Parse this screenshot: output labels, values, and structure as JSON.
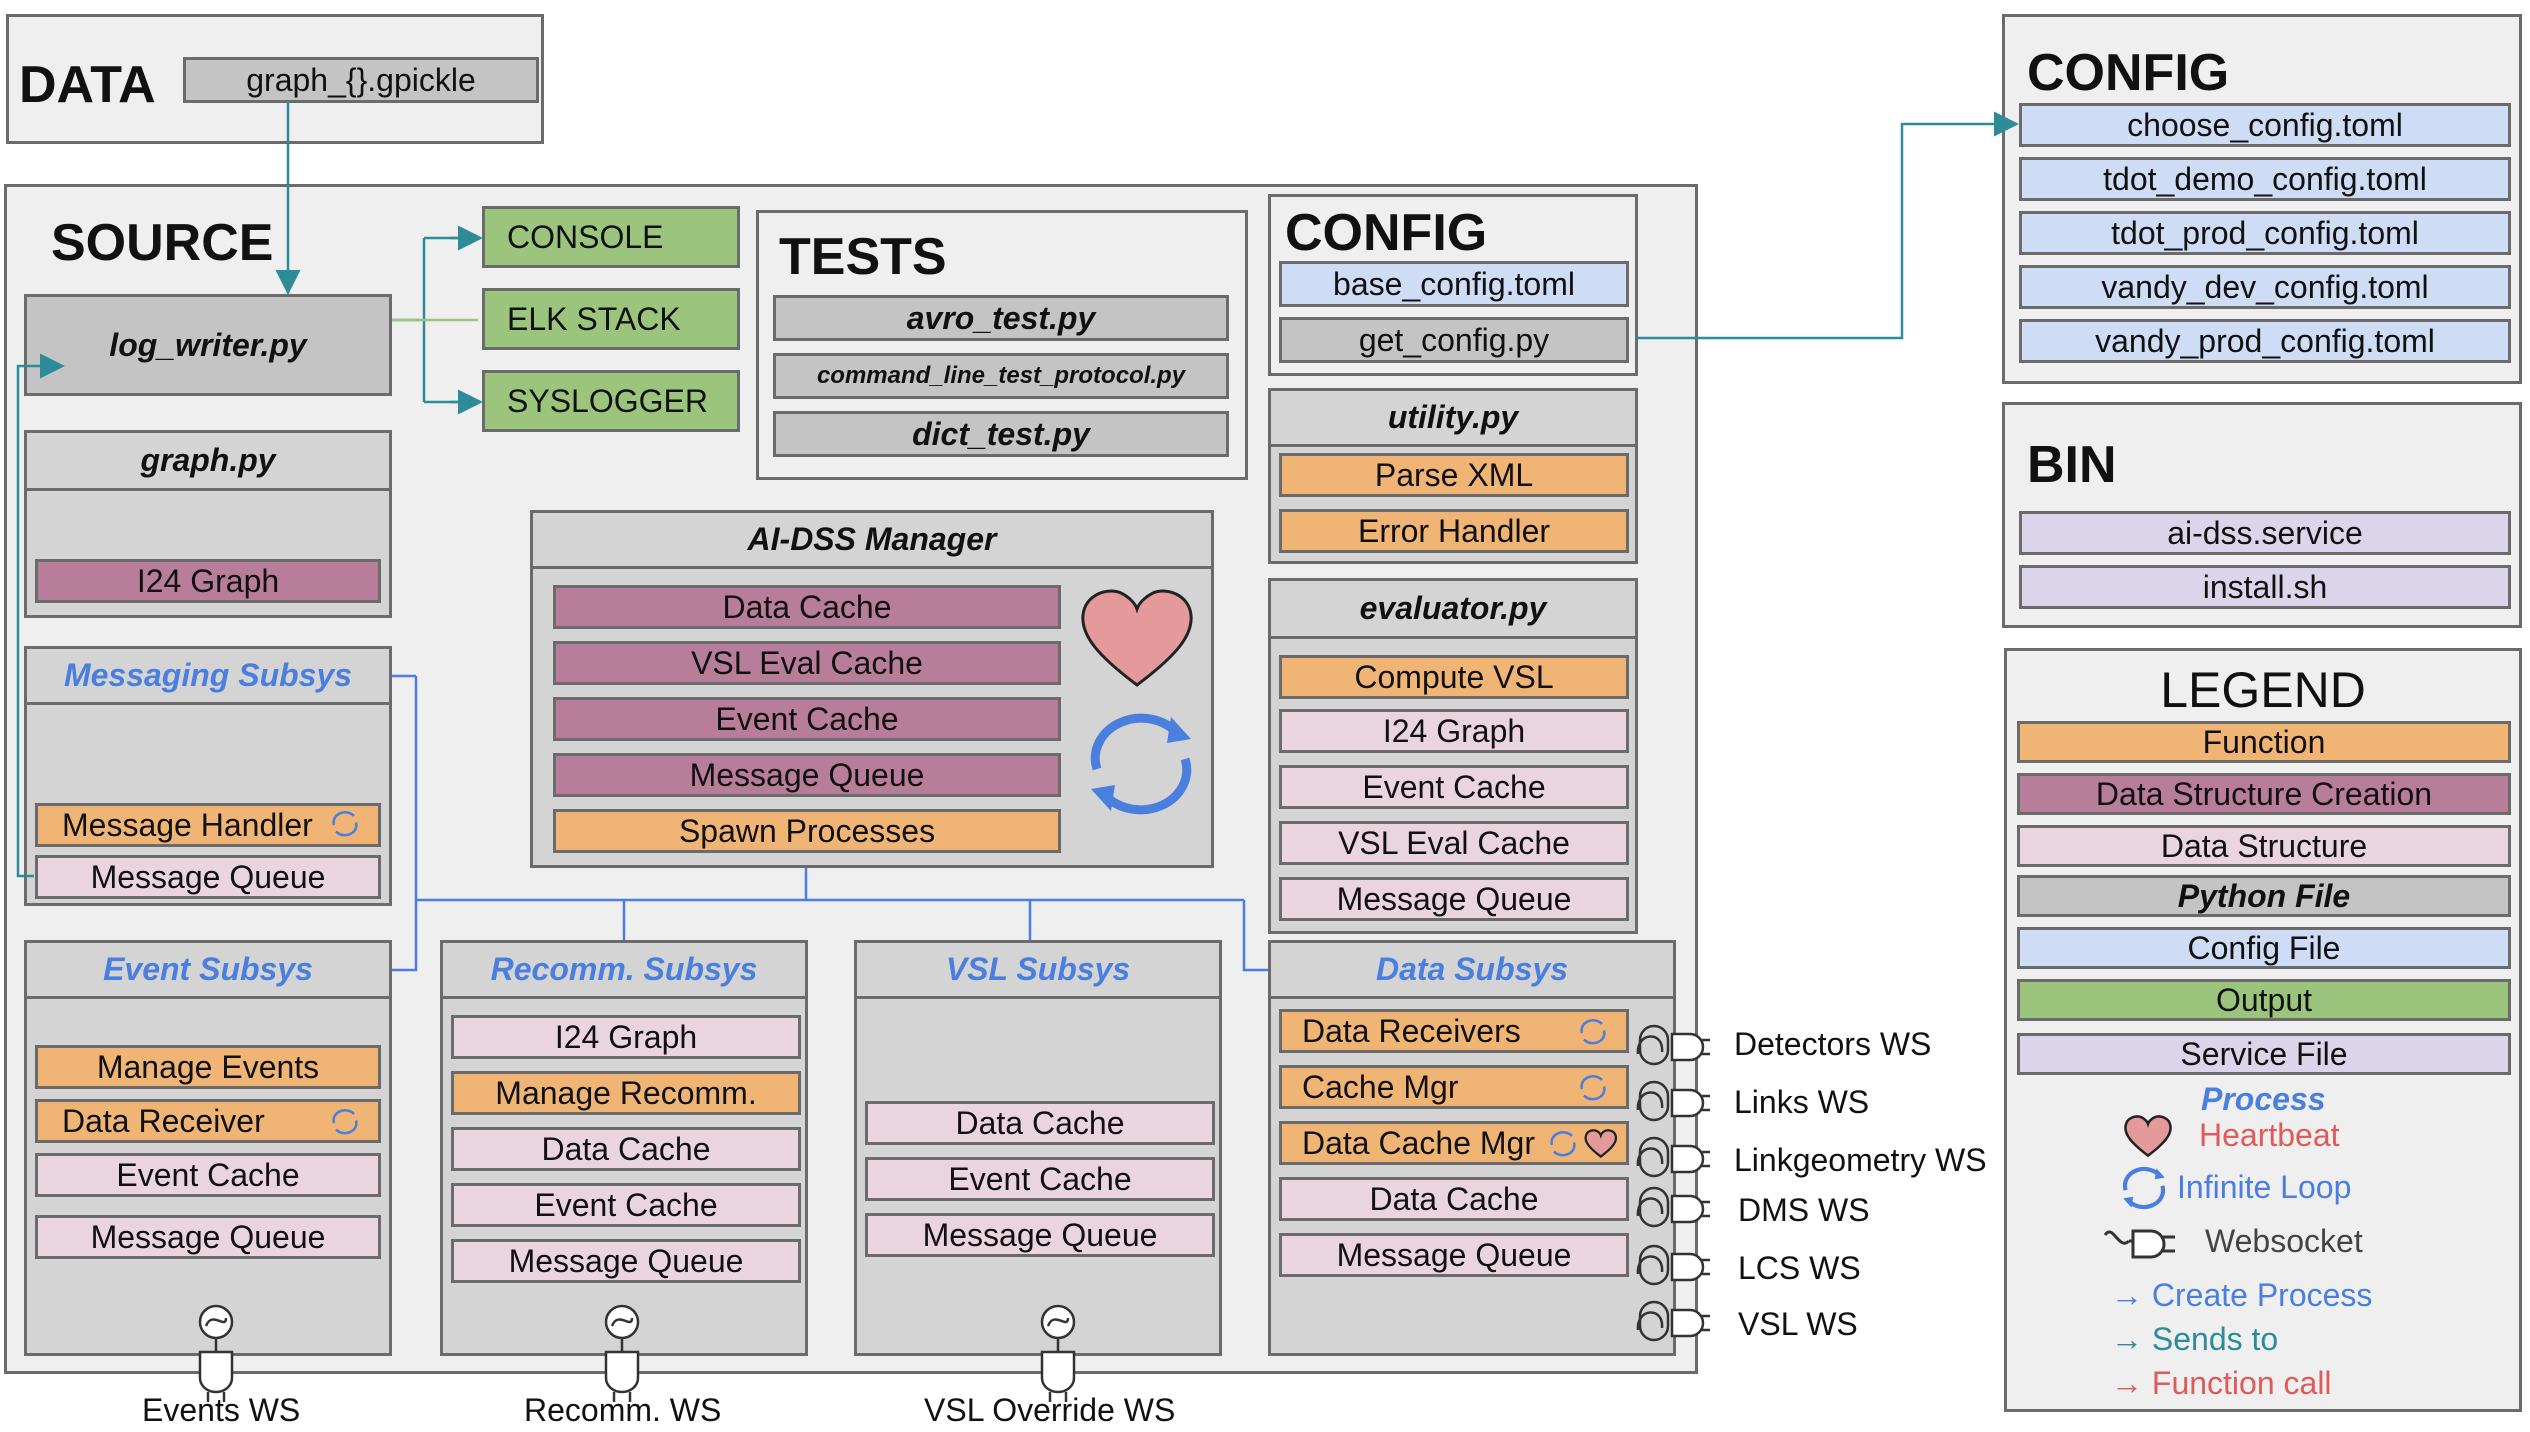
{
  "data_panel": {
    "title": "DATA",
    "file": "graph_{}.gpickle"
  },
  "source_panel": {
    "title": "SOURCE",
    "log_writer": "log_writer.py",
    "outputs": [
      "CONSOLE",
      "ELK STACK",
      "SYSLOGGER"
    ],
    "graph_file": {
      "title": "graph.py",
      "items": [
        "I24 Graph"
      ]
    },
    "messaging": {
      "title": "Messaging Subsys",
      "items": [
        "Message Handler",
        "Message Queue"
      ]
    },
    "tests": {
      "title": "TESTS",
      "files": [
        "avro_test.py",
        "command_line_test_protocol.py",
        "dict_test.py"
      ]
    },
    "config": {
      "title": "CONFIG",
      "files": [
        "base_config.toml",
        "get_config.py"
      ]
    },
    "utility": {
      "title": "utility.py",
      "items": [
        "Parse XML",
        "Error Handler"
      ]
    },
    "manager": {
      "title": "AI-DSS Manager",
      "items": [
        "Data Cache",
        "VSL Eval Cache",
        "Event Cache",
        "Message Queue",
        "Spawn Processes"
      ]
    },
    "evaluator": {
      "title": "evaluator.py",
      "items": [
        "Compute VSL",
        "I24 Graph",
        "Event Cache",
        "VSL Eval Cache",
        "Message Queue"
      ]
    },
    "event_subsys": {
      "title": "Event Subsys",
      "items": [
        "Manage Events",
        "Data Receiver",
        "Event Cache",
        "Message Queue"
      ]
    },
    "recomm_subsys": {
      "title": "Recomm. Subsys",
      "items": [
        "I24 Graph",
        "Manage Recomm.",
        "Data Cache",
        "Event Cache",
        "Message Queue"
      ]
    },
    "vsl_subsys": {
      "title": "VSL Subsys",
      "items": [
        "Data Cache",
        "Event Cache",
        "Message Queue"
      ]
    },
    "data_subsys": {
      "title": "Data Subsys",
      "items": [
        "Data Receivers",
        "Cache Mgr",
        "Data Cache Mgr",
        "Data Cache",
        "Message Queue"
      ]
    }
  },
  "websockets_right": [
    "Detectors WS",
    "Links WS",
    "Linkgeometry WS",
    "DMS WS",
    "LCS WS",
    "VSL WS"
  ],
  "websockets_bottom": [
    "Events WS",
    "Recomm. WS",
    "VSL Override WS"
  ],
  "config_panel": {
    "title": "CONFIG",
    "files": [
      "choose_config.toml",
      "tdot_demo_config.toml",
      "tdot_prod_config.toml",
      "vandy_dev_config.toml",
      "vandy_prod_config.toml"
    ]
  },
  "bin_panel": {
    "title": "BIN",
    "files": [
      "ai-dss.service",
      "install.sh"
    ]
  },
  "legend": {
    "title": "LEGEND",
    "boxes": [
      "Function",
      "Data Structure Creation",
      "Data Structure",
      "Python File",
      "Config File",
      "Output",
      "Service File"
    ],
    "process": "Process",
    "heartbeat": "Heartbeat",
    "infinite_loop": "Infinite Loop",
    "websocket": "Websocket",
    "create_process": "→ Create Process",
    "sends_to": "→ Sends to",
    "function_call": "→ Function call"
  },
  "colors": {
    "function": "#f0b575",
    "data_structure_creation": "#b87d99",
    "data_structure": "#ead4de",
    "python_file": "#c4c4c4",
    "config_file": "#cfdcf5",
    "output": "#9bc57c",
    "service_file": "#dad5ea",
    "process_blue": "#4a7fe0",
    "sends_teal": "#2e8c98",
    "function_call_red": "#e05a5a",
    "heart": "#e49a9a"
  }
}
